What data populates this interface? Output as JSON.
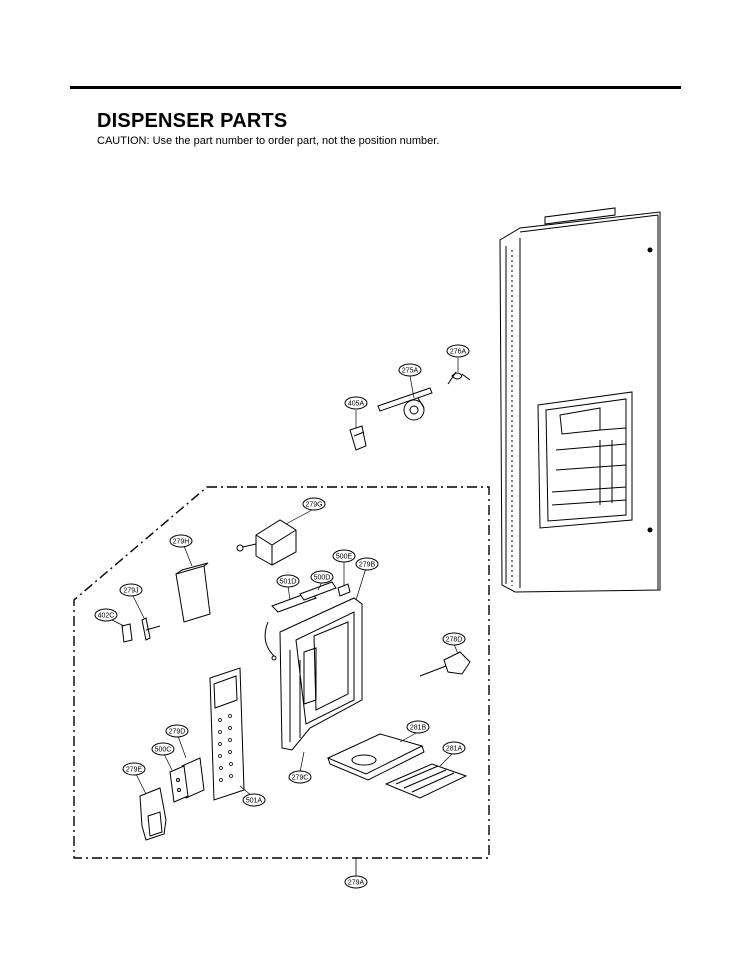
{
  "page": {
    "title": "DISPENSER PARTS",
    "caution": "CAUTION: Use the part number to order part, not the position number."
  },
  "callouts": {
    "c276A": "276A",
    "c275A": "275A",
    "c405A": "405A",
    "c279G": "279G",
    "c279H": "279H",
    "c500E": "500E",
    "c279B": "279B",
    "c501D": "501D",
    "c500D": "500D",
    "c279J": "279J",
    "c402C": "402C",
    "c278D": "278D",
    "c281B": "281B",
    "c279D": "279D",
    "c500C": "500C",
    "c281A": "281A",
    "c279E": "279E",
    "c501A": "501A",
    "c279C": "279C",
    "c279A": "279A"
  }
}
